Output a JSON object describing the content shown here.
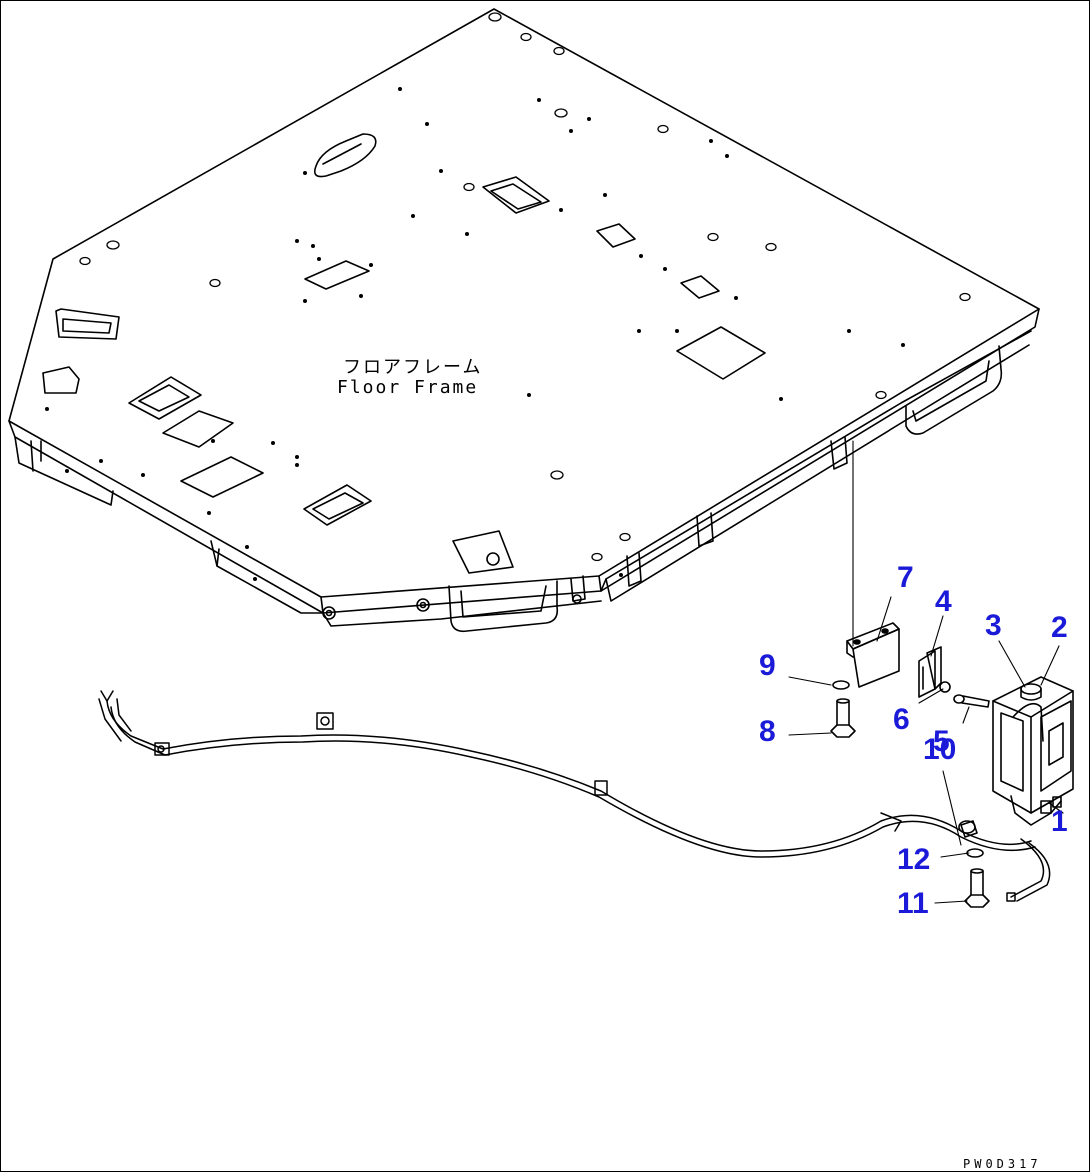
{
  "frame_label": {
    "japanese": "フロアフレーム",
    "english": "Floor Frame"
  },
  "callouts": [
    "1",
    "2",
    "3",
    "4",
    "5",
    "6",
    "7",
    "8",
    "9",
    "10",
    "11",
    "12"
  ],
  "drawing_number": "PW0D317",
  "colors": {
    "line": "#000000",
    "callout": "#1a1ad8",
    "background": "#ffffff"
  }
}
